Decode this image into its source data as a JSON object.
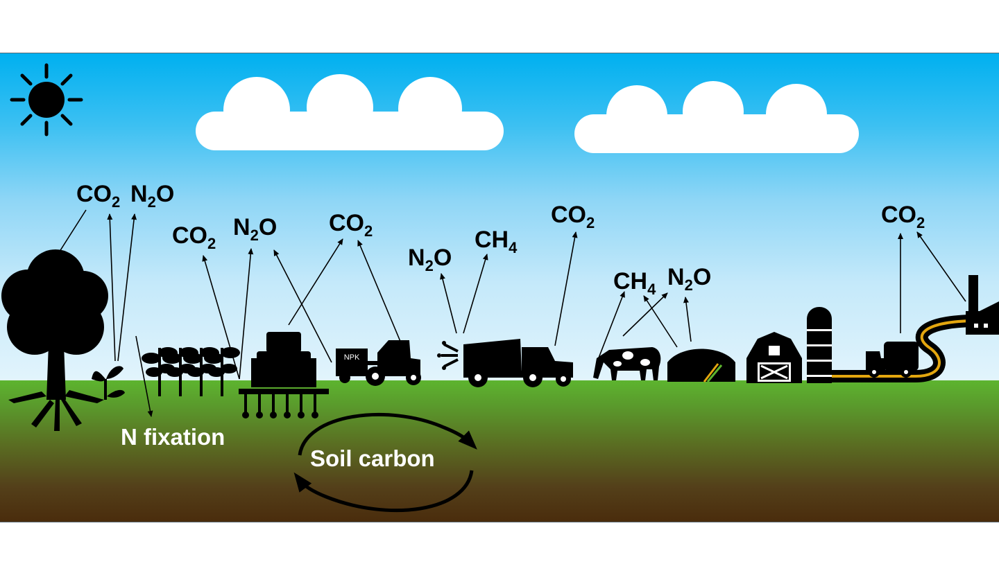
{
  "labels": {
    "co2": "CO",
    "n2o": "N",
    "n2o_tail": "O",
    "ch4": "CH",
    "sub2": "2",
    "sub4": "4",
    "npk": "NPK",
    "n_fixation": "N fixation",
    "soil_carbon": "Soil carbon"
  },
  "colors": {
    "sky_top": "#00b0f0",
    "sky_bottom": "#e2f4fc",
    "grass": "#5db42f",
    "soil_bottom": "#4a2c0c",
    "road": "#e3a60f",
    "silhouette": "#000000",
    "cloud": "#ffffff"
  },
  "icons": [
    "sun-icon",
    "cloud-icon",
    "tree-icon",
    "seedling-icon",
    "crop-plants-icon",
    "seed-drill-tractor-icon",
    "fertilizer-spreader-icon",
    "manure-spreader-truck-icon",
    "cow-icon",
    "biogas-digester-icon",
    "barn-icon",
    "silo-icon",
    "milk-truck-icon",
    "factory-icon"
  ]
}
